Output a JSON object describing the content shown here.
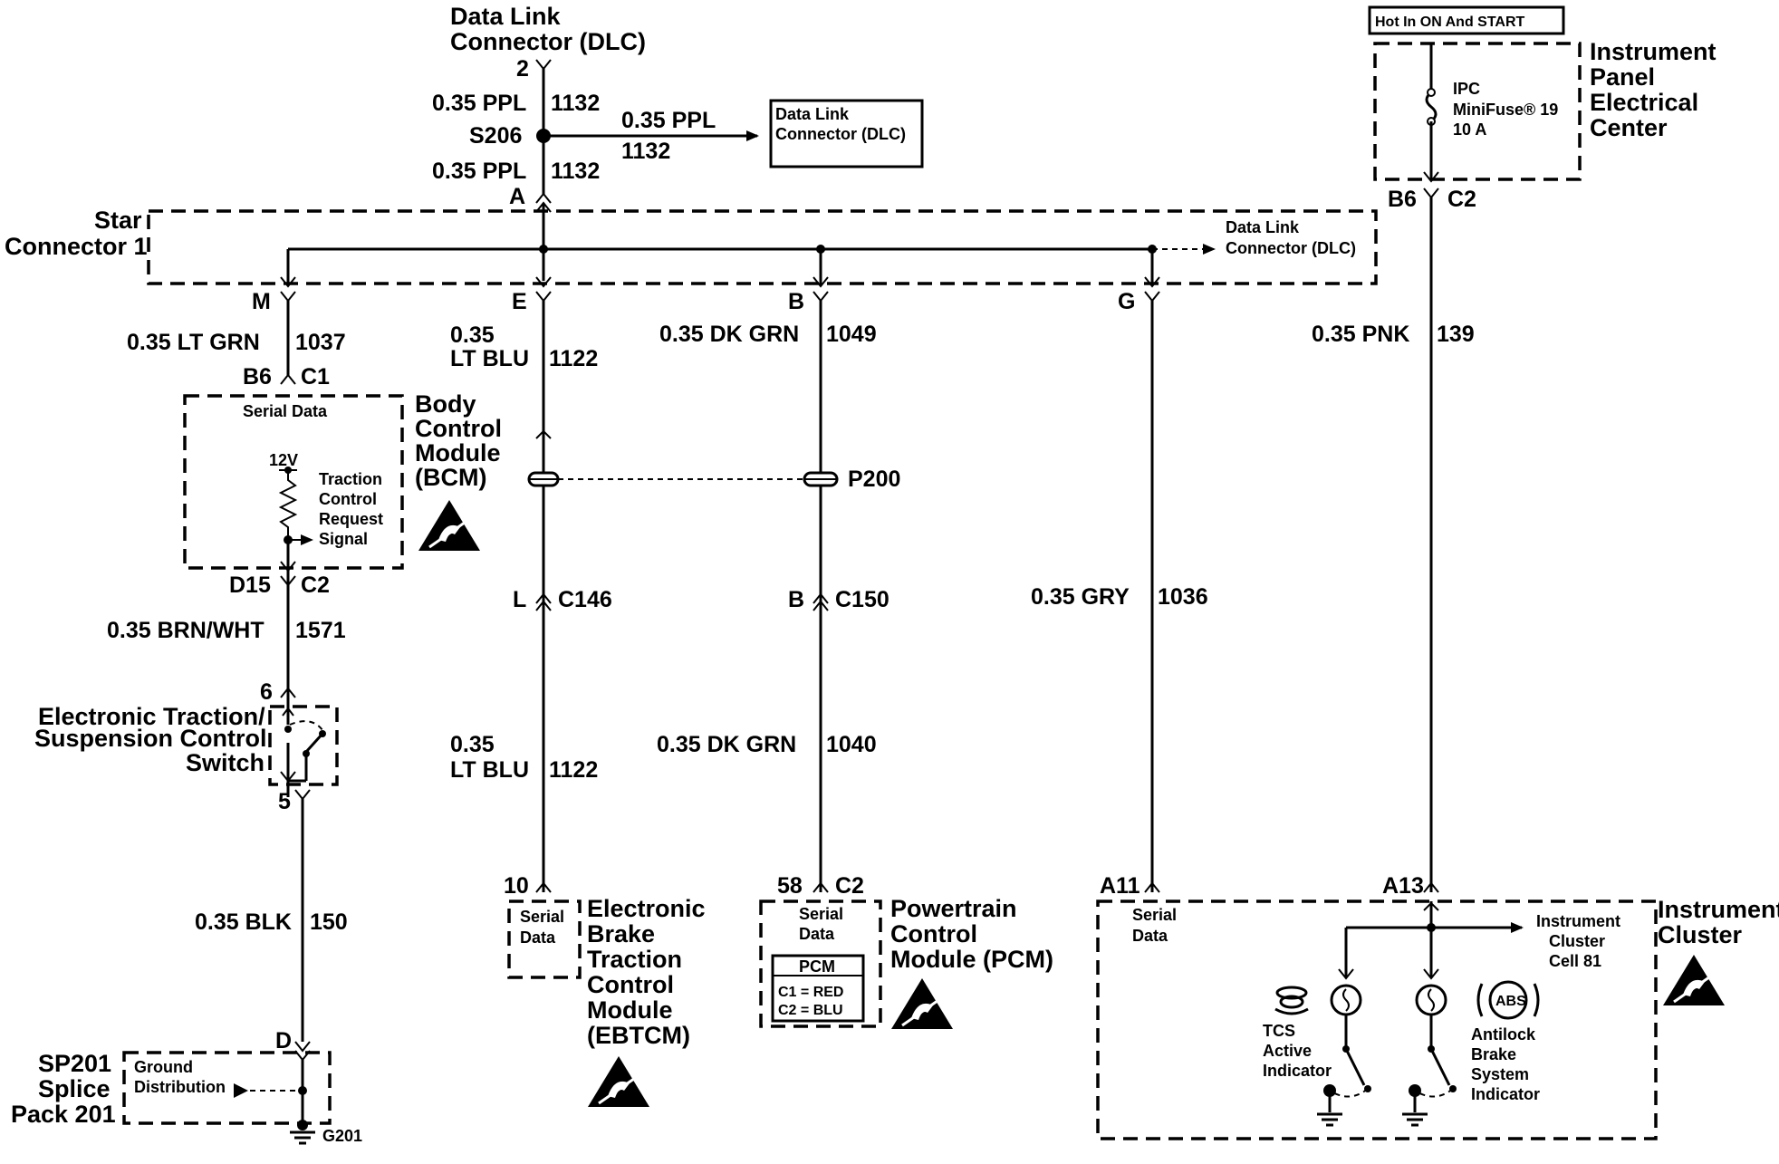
{
  "dlc_top": {
    "title_line1": "Data Link",
    "title_line2": "Connector (DLC)",
    "pin": "2",
    "wire_upper": "0.35 PPL",
    "circuit_upper": "1132",
    "splice": "S206",
    "wire_lower": "0.35 PPL",
    "circuit_lower": "1132",
    "branch_wire": "0.35 PPL",
    "branch_circuit": "1132",
    "branch_box_line1": "Data Link",
    "branch_box_line2": "Connector (DLC)",
    "star_pin": "A"
  },
  "star_connector": {
    "name_line1": "Star",
    "name_line2": "Connector 1",
    "dlc_line1": "Data Link",
    "dlc_line2": "Connector (DLC)",
    "pins": {
      "m": "M",
      "e": "E",
      "b": "B",
      "g": "G"
    }
  },
  "fuse": {
    "hot_label": "Hot In ON And START",
    "name_line1": "IPC",
    "name_line2": "MiniFuse® 19",
    "rating": "10 A",
    "center_line1": "Instrument",
    "center_line2": "Panel",
    "center_line3": "Electrical",
    "center_line4": "Center",
    "pin": "B6",
    "connector": "C2",
    "wire": "0.35 PNK",
    "circuit": "139"
  },
  "bcm": {
    "wire": "0.35 LT GRN",
    "circuit": "1037",
    "pin_top": "B6",
    "conn_top": "C1",
    "inner_label": "Serial Data",
    "voltage": "12V",
    "signal_line1": "Traction",
    "signal_line2": "Control",
    "signal_line3": "Request",
    "signal_line4": "Signal",
    "name_line1": "Body",
    "name_line2": "Control",
    "name_line3": "Module",
    "name_line4": "(BCM)",
    "pin_bottom": "D15",
    "conn_bottom": "C2",
    "out_wire": "0.35 BRN/WHT",
    "out_circuit": "1571"
  },
  "switch": {
    "pin_top": "6",
    "name_line1": "Electronic Traction/",
    "name_line2": "Suspension Control",
    "name_line3": "Switch",
    "pin_bottom": "5",
    "ground_wire": "0.35 BLK",
    "ground_circuit": "150"
  },
  "ground": {
    "pin": "D",
    "splice_line1": "SP201",
    "splice_line2": "Splice",
    "splice_line3": "Pack 201",
    "inner_line1": "Ground",
    "inner_line2": "Distribution",
    "ground_id": "G201"
  },
  "ebtcm": {
    "wire_upper_line1": "0.35",
    "wire_upper_line2": "LT BLU",
    "circuit_upper": "1122",
    "conn_pin": "L",
    "conn": "C146",
    "wire_lower_line1": "0.35",
    "wire_lower_line2": "LT BLU",
    "circuit_lower": "1122",
    "pin": "10",
    "inner_line1": "Serial",
    "inner_line2": "Data",
    "name_line1": "Electronic",
    "name_line2": "Brake",
    "name_line3": "Traction",
    "name_line4": "Control",
    "name_line5": "Module",
    "name_line6": "(EBTCM)"
  },
  "pcm": {
    "wire_upper": "0.35 DK GRN",
    "circuit_upper": "1049",
    "p200": "P200",
    "conn_pin": "B",
    "conn": "C150",
    "wire_lower": "0.35 DK GRN",
    "circuit_lower": "1040",
    "pin": "58",
    "pin_conn": "C2",
    "inner_line1": "Serial",
    "inner_line2": "Data",
    "legend_title": "PCM",
    "legend_c1": "C1 = RED",
    "legend_c2": "C2 = BLU",
    "name_line1": "Powertrain",
    "name_line2": "Control",
    "name_line3": "Module (PCM)"
  },
  "cluster": {
    "gry_wire": "0.35 GRY",
    "gry_circuit": "1036",
    "pin_serial": "A11",
    "pin_power": "A13",
    "inner_line1": "Serial",
    "inner_line2": "Data",
    "cell_line1": "Instrument",
    "cell_line2": "Cluster",
    "cell_line3": "Cell 81",
    "name_line1": "Instrument",
    "name_line2": "Cluster",
    "tcs_line1": "TCS",
    "tcs_line2": "Active",
    "tcs_line3": "Indicator",
    "abs_badge": "ABS",
    "abs_line1": "Antilock",
    "abs_line2": "Brake",
    "abs_line3": "System",
    "abs_line4": "Indicator"
  },
  "icons": [
    "esd-warning-icon",
    "ground-icon",
    "fuse-icon",
    "bulb-icon",
    "switch-icon",
    "tcs-icon",
    "abs-icon",
    "resistor-icon"
  ]
}
